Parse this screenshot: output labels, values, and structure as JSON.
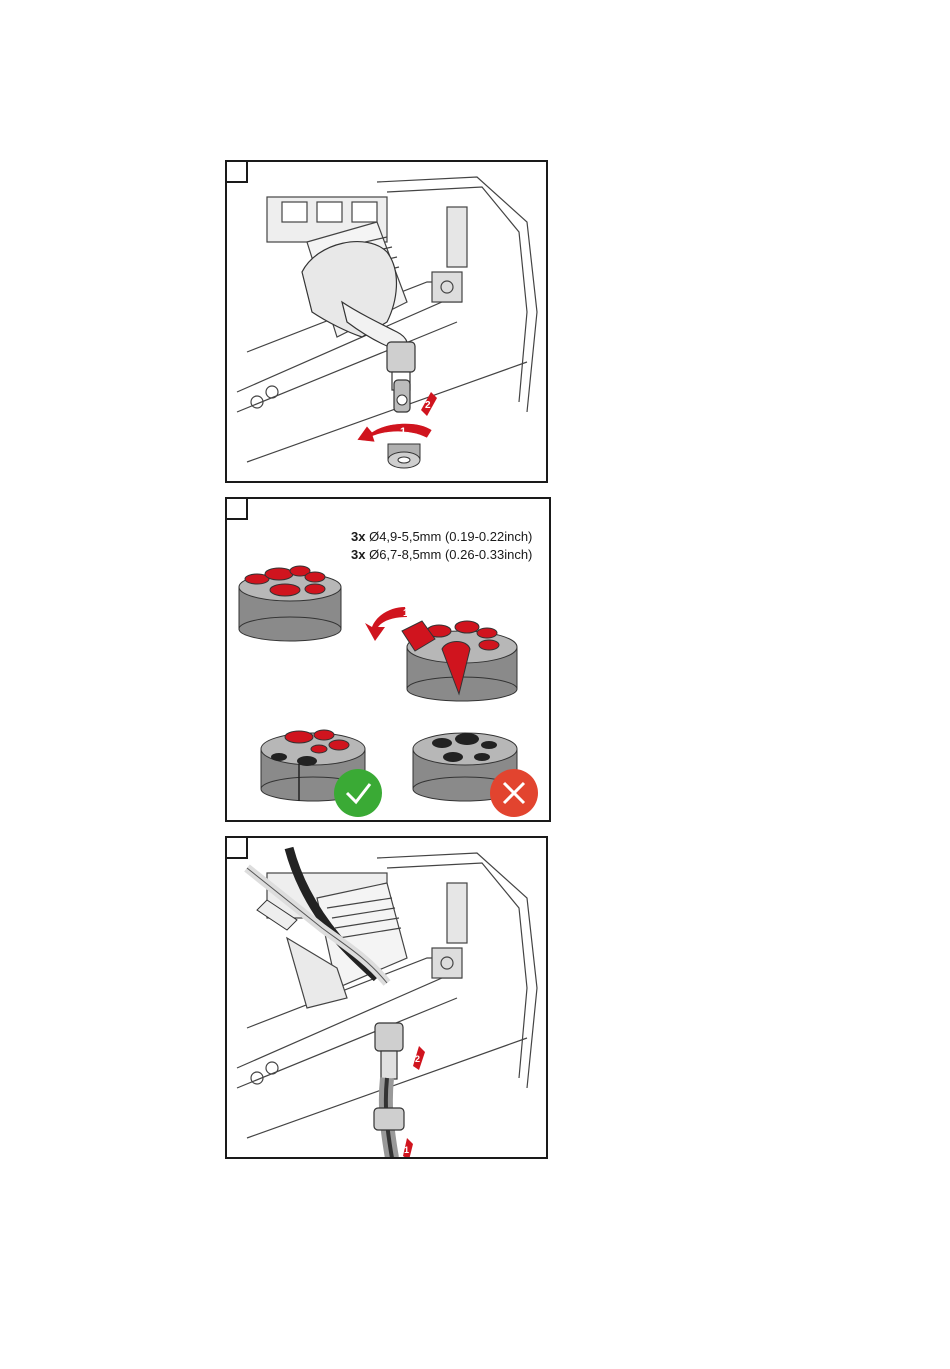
{
  "steps": [
    {
      "id": "step-1"
    },
    {
      "id": "step-2"
    },
    {
      "id": "step-3"
    }
  ],
  "step1": {
    "arrow_labels": [
      "1",
      "2"
    ]
  },
  "step2": {
    "spec_lines": [
      {
        "qty": "3x",
        "text": "Ø4,9-5,5mm (0.19-0.22inch)"
      },
      {
        "qty": "3x",
        "text": "Ø6,7-8,5mm (0.26-0.33inch)"
      }
    ],
    "arrow_label": "1",
    "correct_icon": "checkmark-icon",
    "wrong_icon": "cross-icon"
  },
  "step3": {
    "arrow_labels": [
      "1",
      "2"
    ]
  },
  "colors": {
    "accent_red": "#d0141e",
    "ok_green": "#3aaa35",
    "bad_red": "#e2442f",
    "grey": "#8a8a8a",
    "line": "#1a1a1a"
  }
}
